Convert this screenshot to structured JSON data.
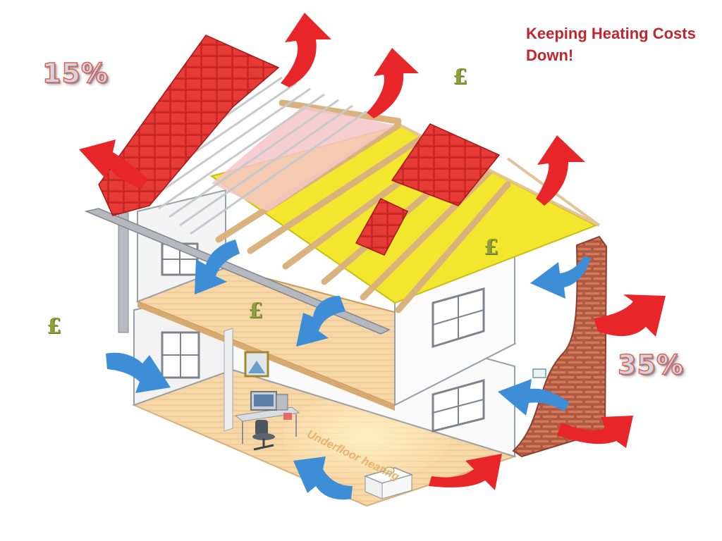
{
  "title": "Keeping Heating Costs Down!",
  "roof_loss_label": "15%",
  "wall_loss_label": "35%",
  "currency_symbol": "£",
  "underfloor_label": "Underfloor heating",
  "colors": {
    "heat_loss_arrow": "#e8262a",
    "cool_air_arrow": "#3d8ed6",
    "roof_tiles": "#e02a2a",
    "insulation": "#f2e62e",
    "floor": "#f7d7a6",
    "brick": "#c8664a",
    "title_text": "#c0272d"
  }
}
